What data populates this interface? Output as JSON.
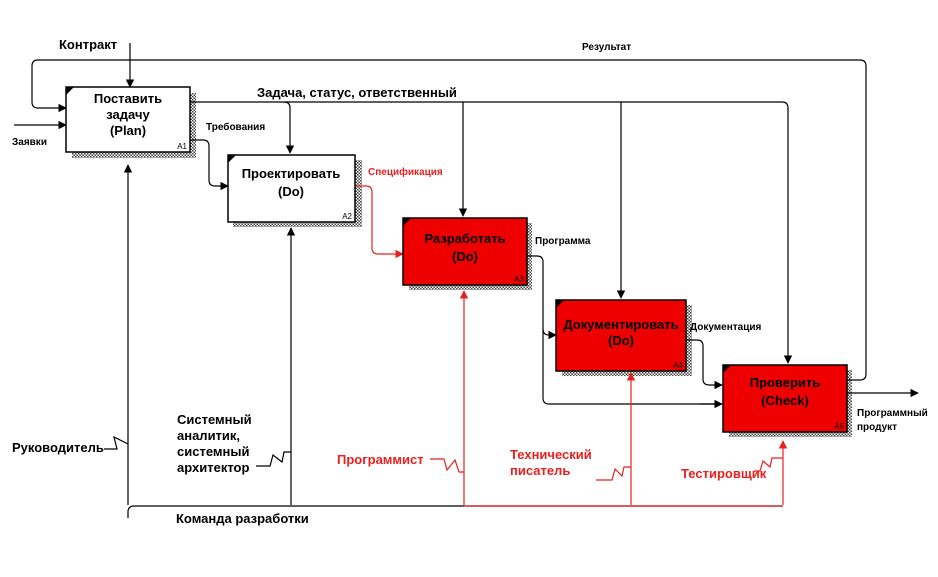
{
  "colors": {
    "line": "#000000",
    "accent_red": "#e8201e",
    "box_red": "#ee0000",
    "box_white": "#ffffff"
  },
  "boxes": [
    {
      "id": "A1",
      "lines": [
        "Поставить",
        "задачу",
        "(Plan)"
      ],
      "number": "A1",
      "fill": "white"
    },
    {
      "id": "A2",
      "lines": [
        "Проектировать",
        "(Do)"
      ],
      "number": "A2",
      "fill": "white"
    },
    {
      "id": "A3",
      "lines": [
        "Разработать",
        "(Do)"
      ],
      "number": "A3",
      "fill": "red"
    },
    {
      "id": "A4",
      "lines": [
        "Документировать",
        "(Do)"
      ],
      "number": "A4",
      "fill": "red"
    },
    {
      "id": "A5",
      "lines": [
        "Проверить",
        "(Check)"
      ],
      "number": "A5",
      "fill": "red"
    }
  ],
  "arrows": {
    "contract": "Контракт",
    "requests": "Заявки",
    "result": "Результат",
    "task_status": "Задача, статус, ответственный",
    "requirements": "Требования",
    "specification": "Спецификация",
    "program": "Программа",
    "documentation": "Документация",
    "product": [
      "Программный",
      "продукт"
    ]
  },
  "mechanisms": {
    "manager": "Руководитель",
    "analyst": [
      "Системный",
      "аналитик,",
      "системный",
      "архитектор"
    ],
    "programmer": "Программист",
    "tech_writer": [
      "Технический",
      "писатель"
    ],
    "tester": "Тестировщик",
    "team": "Команда разработки"
  }
}
